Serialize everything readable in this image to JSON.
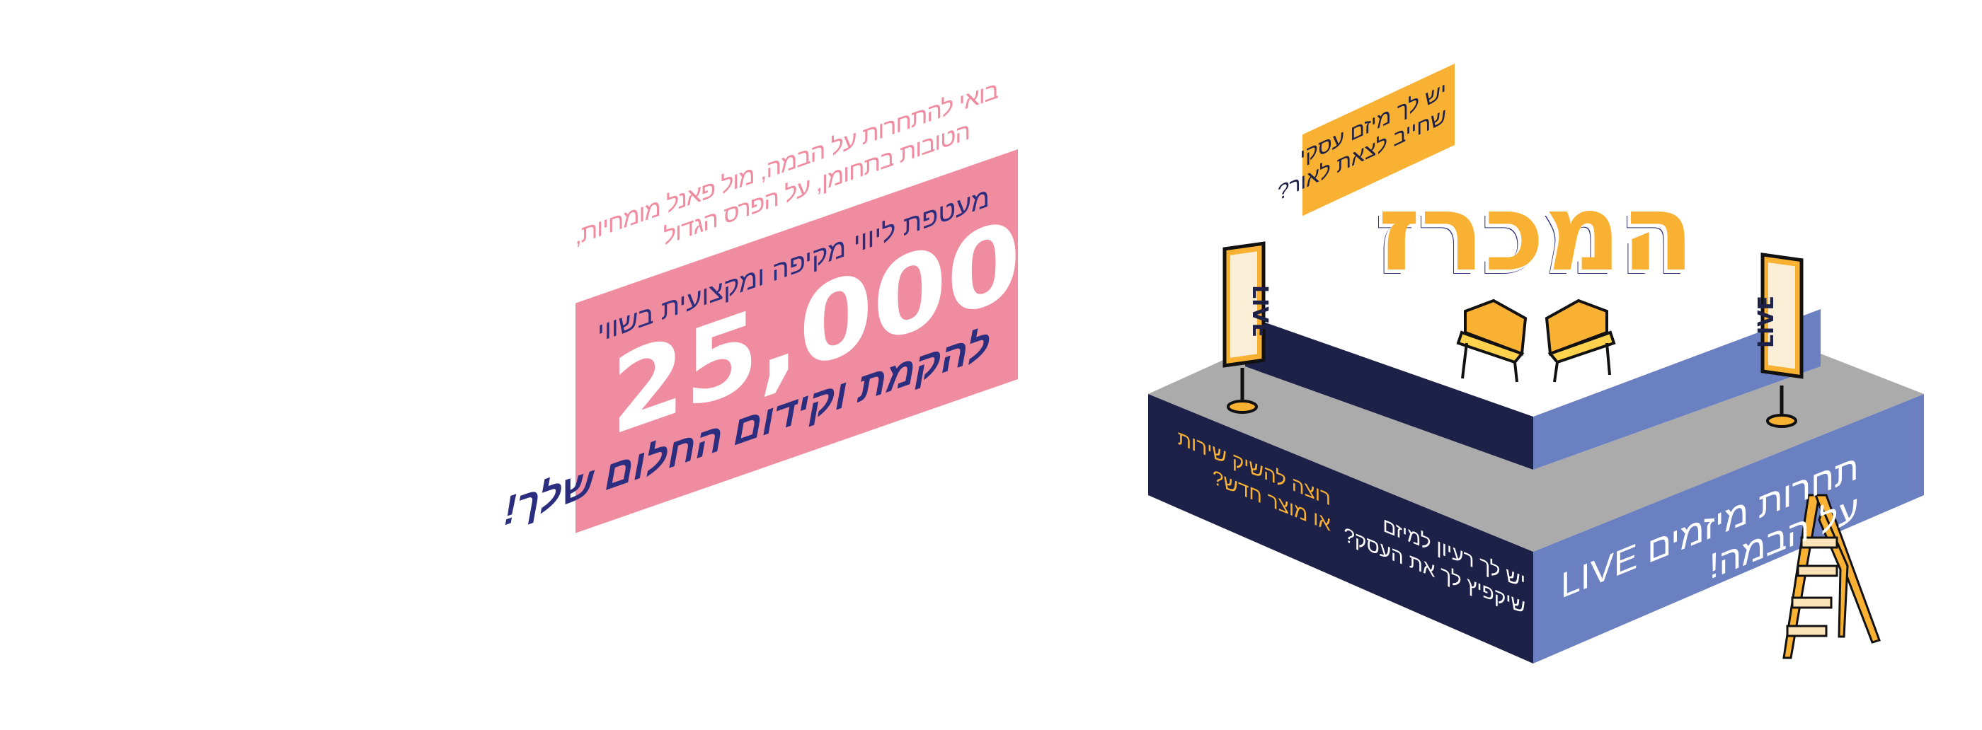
{
  "promo": {
    "intro_line1": "בואי להתחרות על הבמה, מול פאנל מומחיות,",
    "intro_line2": "הטובות בתחומן, על הפרס הגדול",
    "package_text": "מעטפת ליווי מקיפה ומקצועית בשווי",
    "amount": "25,000 ₪",
    "goal_text": "להקמת וקידום החלום שלך!"
  },
  "note": {
    "line1": "יש לך מיזם עסקי",
    "line2": "שחייב לצאת לאור?"
  },
  "title": "המכרז",
  "stage": {
    "left_orange_line1": "רוצה להשיק שירות",
    "left_orange_line2": "או מוצר חדש?",
    "left_white_line1": "יש לך רעיון למיזם",
    "left_white_line2": "שיקפיץ לך את העסק?",
    "right_line1": "תחרות מיזמים LIVE",
    "right_line2": "על הבמה!",
    "sign_label": "LIVE"
  },
  "colors": {
    "pink": "#f08ca0",
    "navy": "#1e2147",
    "blue": "#6b80c0",
    "orange": "#f8b133",
    "gray": "#a9a9a9"
  }
}
